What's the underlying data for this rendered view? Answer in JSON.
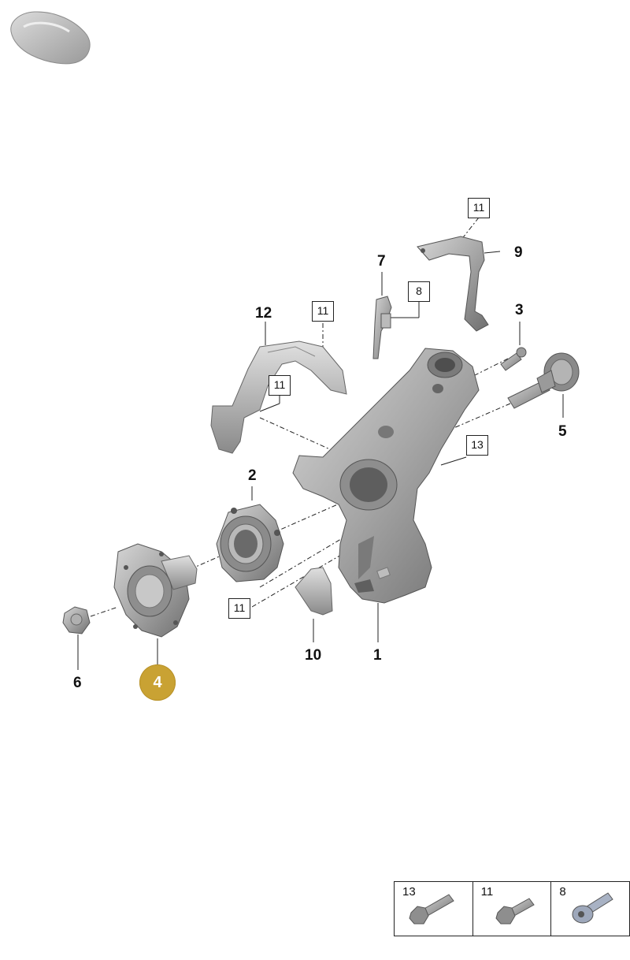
{
  "selected_part": "4",
  "callouts": {
    "c1": "1",
    "c2": "2",
    "c3": "3",
    "c5": "5",
    "c6": "6",
    "c7": "7",
    "c9": "9",
    "c10": "10",
    "c12": "12"
  },
  "boxed_labels": {
    "b11_top": "11",
    "b8": "8",
    "b11_shield": "11",
    "b11_bracket": "11",
    "b13": "13",
    "b11_bottom": "11"
  },
  "legend": [
    {
      "number": "13",
      "icon": "hex-bolt-long-icon"
    },
    {
      "number": "11",
      "icon": "hex-bolt-short-icon"
    },
    {
      "number": "8",
      "icon": "socket-head-bolt-icon"
    }
  ],
  "colors": {
    "selected_badge": "#c9a233",
    "part_fill": "#a9a9a9",
    "part_dark": "#6e6e6e"
  }
}
